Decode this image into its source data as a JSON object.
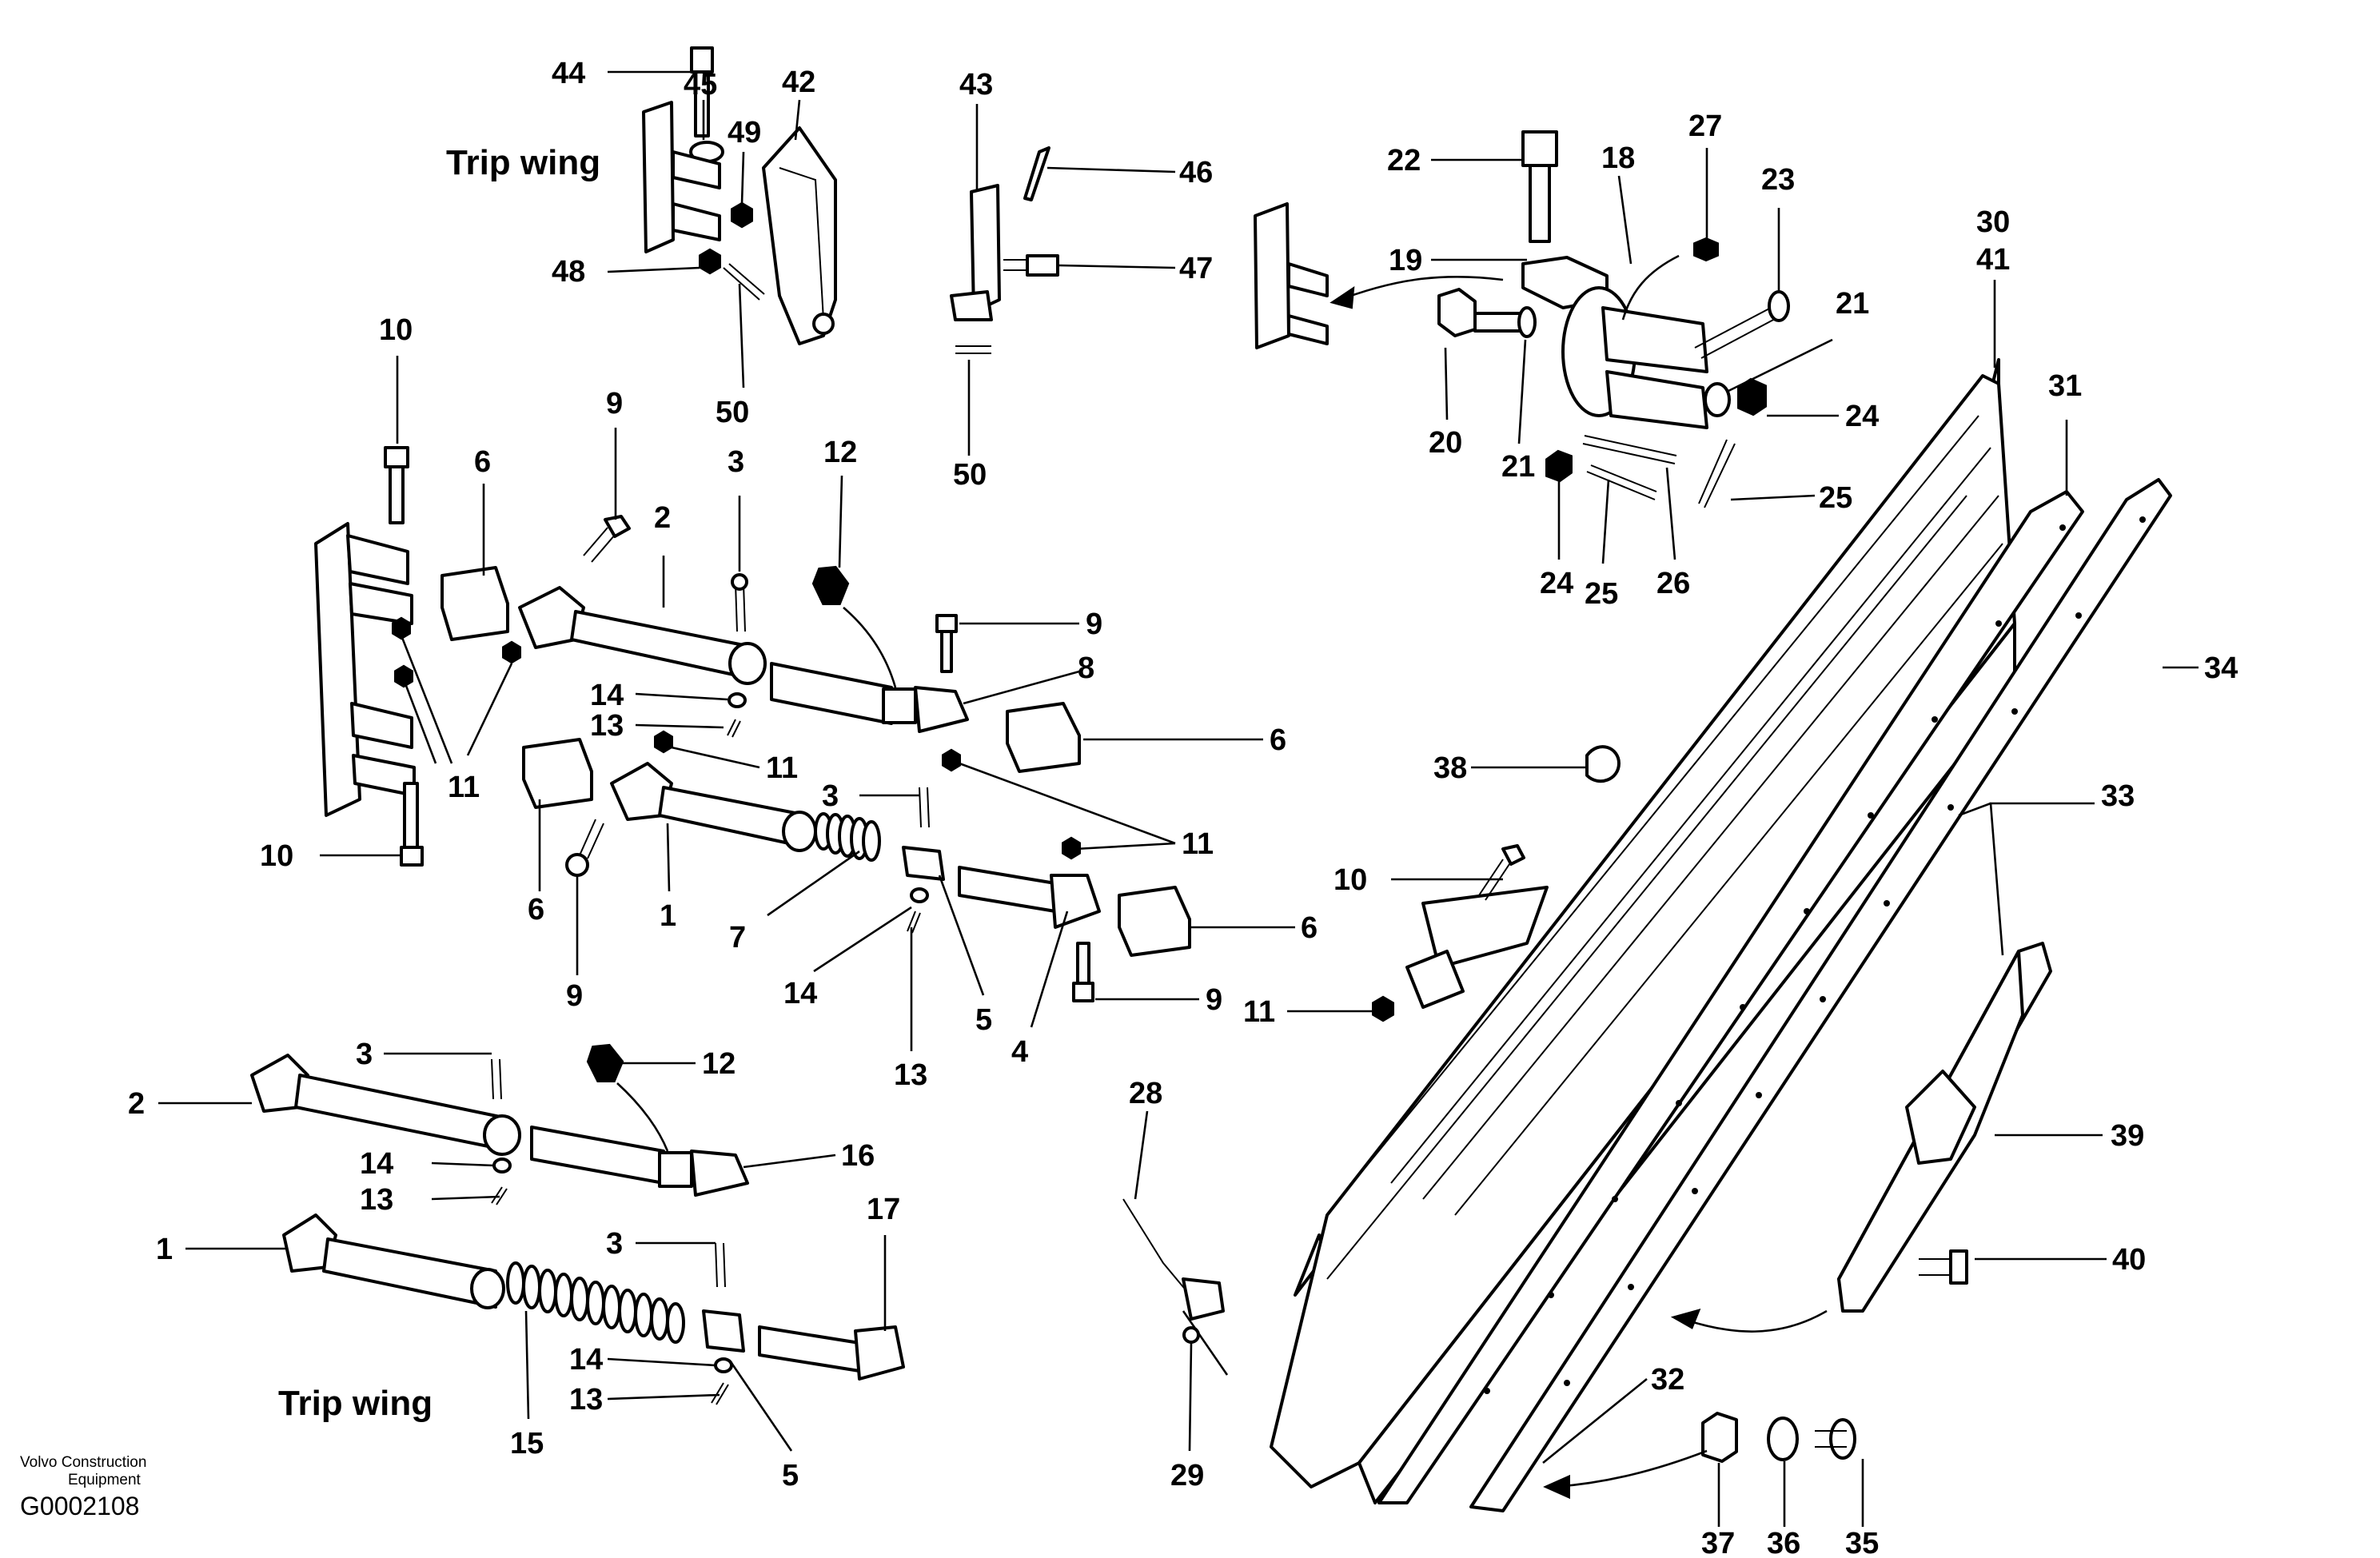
{
  "titles": {
    "trip_wing_top": "Trip wing",
    "trip_wing_bottom": "Trip wing"
  },
  "footer": {
    "company_line1": "Volvo Construction",
    "company_line2": "Equipment",
    "figure_code": "G0002108"
  },
  "callouts": {
    "c44": "44",
    "c45": "45",
    "c49": "49",
    "c42": "42",
    "c48": "48",
    "c50a": "50",
    "c43": "43",
    "c46": "46",
    "c47": "47",
    "c50b": "50",
    "c22": "22",
    "c18": "18",
    "c27": "27",
    "c23": "23",
    "c19": "19",
    "c21a": "21",
    "c20": "20",
    "c21b": "21",
    "c24a": "24",
    "c24b": "24",
    "c25a": "25",
    "c25b": "25",
    "c26": "26",
    "c30": "30",
    "c41": "41",
    "c31": "31",
    "c34": "34",
    "c33": "33",
    "c38": "38",
    "c10a": "10",
    "c10b": "10",
    "c10c": "10",
    "c6a": "6",
    "c6b": "6",
    "c6c": "6",
    "c6d": "6",
    "c9a": "9",
    "c9b": "9",
    "c9c": "9",
    "c9d": "9",
    "c2a": "2",
    "c3a": "3",
    "c12a": "12",
    "c8": "8",
    "c14a": "14",
    "c13a": "13",
    "c11a": "11",
    "c11b": "11",
    "c11c": "11",
    "c11d": "11",
    "c3b": "3",
    "c1a": "1",
    "c7": "7",
    "c14b": "14",
    "c5a": "5",
    "c13b": "13",
    "c4": "4",
    "c3c": "3",
    "c12b": "12",
    "c2b": "2",
    "c16": "16",
    "c14c": "14",
    "c13c": "13",
    "c1b": "1",
    "c17": "17",
    "c3d": "3",
    "c15": "15",
    "c14d": "14",
    "c13d": "13",
    "c5b": "5",
    "c28": "28",
    "c29": "29",
    "c39": "39",
    "c40": "40",
    "c32": "32",
    "c37": "37",
    "c36": "36",
    "c35": "35"
  }
}
